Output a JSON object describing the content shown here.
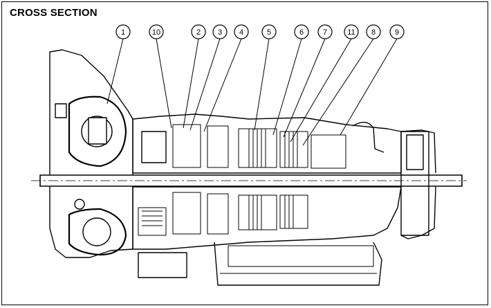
{
  "title": "CROSS SECTION",
  "callouts": [
    {
      "label": "1"
    },
    {
      "label": "10"
    },
    {
      "label": "2"
    },
    {
      "label": "3"
    },
    {
      "label": "4"
    },
    {
      "label": "5"
    },
    {
      "label": "6"
    },
    {
      "label": "7"
    },
    {
      "label": "11"
    },
    {
      "label": "8"
    },
    {
      "label": "9"
    }
  ],
  "colors": {
    "ink": "#000000",
    "paper": "#ffffff"
  }
}
